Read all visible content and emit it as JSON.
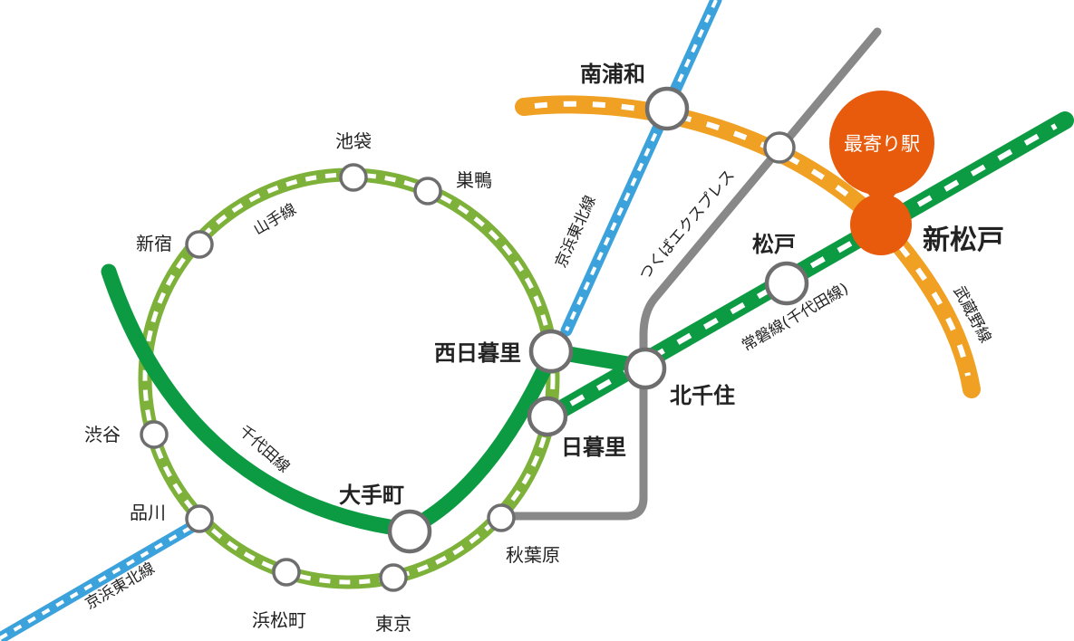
{
  "colors": {
    "keihin_tohoku": "#3ba2dc",
    "yamanote": "#7db13a",
    "chiyoda": "#0c9b42",
    "musashino": "#f0a023",
    "tsukuba": "#888888",
    "nearest_pin": "#e85a0c",
    "station_outline": "#6e6e6e"
  },
  "lines": {
    "yamanote": "山手線",
    "chiyoda": "千代田線",
    "keihin_tohoku_upper": "京浜東北線",
    "keihin_tohoku_lower": "京浜東北線",
    "tsukuba_express": "つくばエクスプレス",
    "joban_chiyoda": "常磐線(千代田線)",
    "musashino": "武蔵野線"
  },
  "stations": {
    "ikebukuro": "池袋",
    "sugamo": "巣鴨",
    "shinjuku": "新宿",
    "shibuya": "渋谷",
    "shinagawa": "品川",
    "hamamatsucho": "浜松町",
    "tokyo": "東京",
    "akihabara": "秋葉原",
    "otemachi": "大手町",
    "nishi_nippori": "西日暮里",
    "nippori": "日暮里",
    "kita_senju": "北千住",
    "matsudo": "松戸",
    "minami_urawa": "南浦和",
    "shin_matsudo": "新松戸"
  },
  "nearest_station_pin": "最寄り駅"
}
